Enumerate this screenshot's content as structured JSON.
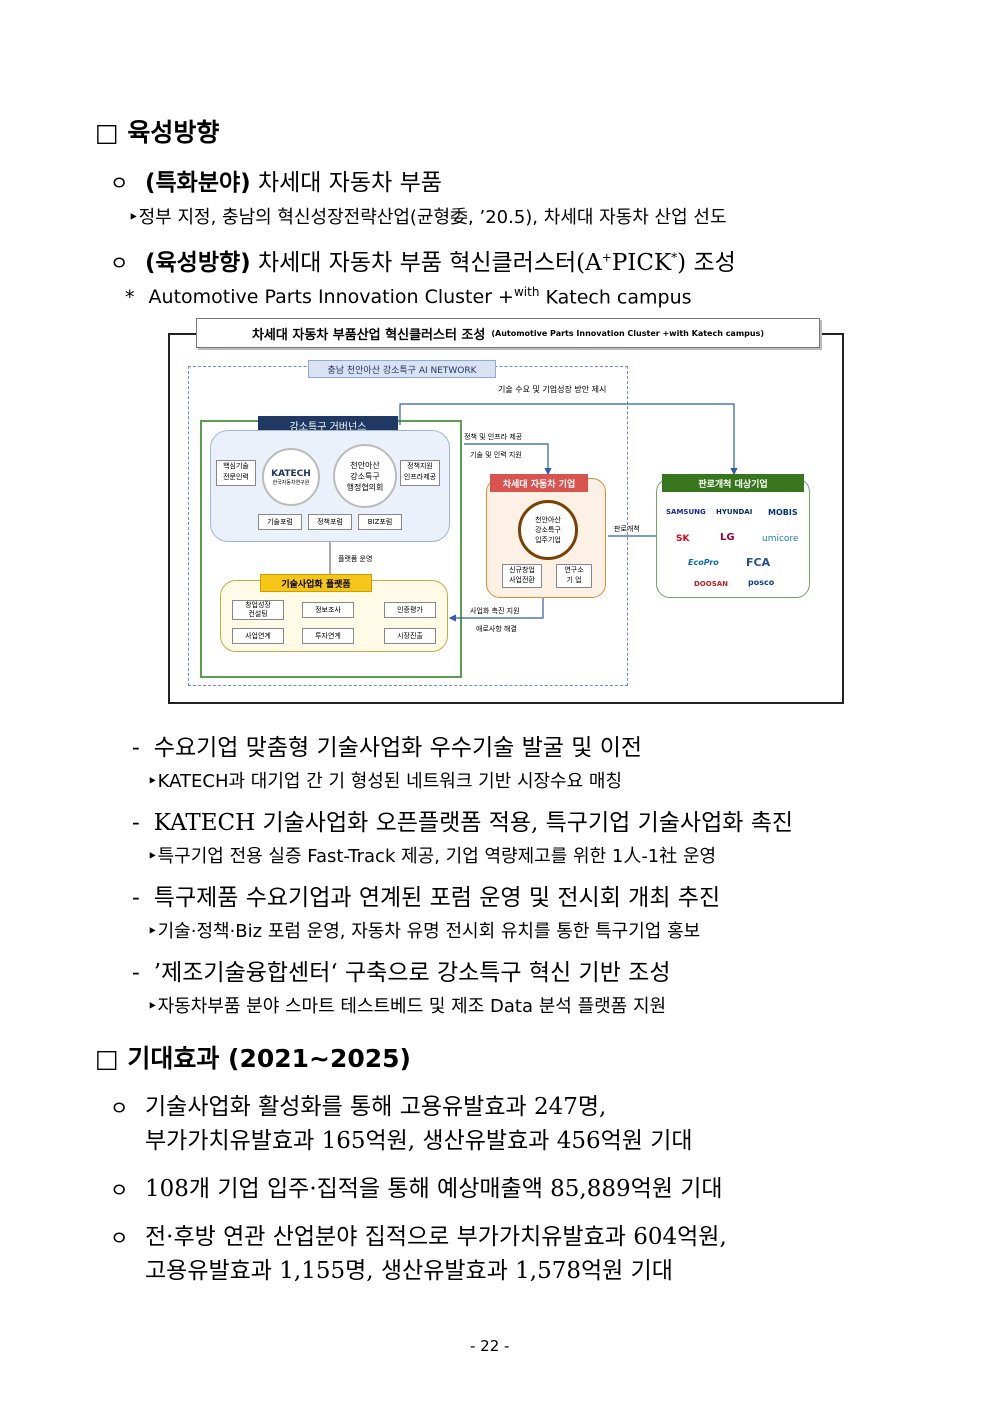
{
  "section1": {
    "heading": "□ 육성방향",
    "item1": {
      "bullet": "ㅇ",
      "label": "(특화분야)",
      "text": "차세대 자동차 부품"
    },
    "item1_sub": "‣정부 지정, 충남의 혁신성장전략산업(균형委, ’20.5), 차세대 자동차 산업 선도",
    "item2": {
      "bullet": "ㅇ",
      "label": "(육성방향)",
      "text_a": "차세대 자동차 부품 혁신클러스터(A",
      "sup1": "+",
      "text_b": "PICK",
      "sup2": "*",
      "text_c": ") 조성"
    },
    "note": {
      "star": "*",
      "text_a": "Automotive Parts Innovation Cluster +",
      "sup": "with",
      "text_b": " Katech campus"
    }
  },
  "diagram": {
    "title": "차세대 자동차 부품산업 혁신클러스터 조성",
    "title_sub": "(Automotive Parts Innovation Cluster +with Katech campus)",
    "network_label": "충남 천안아산 강소특구 AI NETWORK",
    "governance": "강소특구 거버넌스",
    "left_small1": "핵심기술\n전문인력",
    "katech_logo": "KATECH",
    "katech_sub": "한국자동차연구원",
    "council": "천안아산\n강소특구\n행정협의회",
    "right_small1": "정책지원\n인프라제공",
    "forum1": "기술포럼",
    "forum2": "정책포럼",
    "forum3": "BIZ포럼",
    "platform_run": "플랫폼 운영",
    "platform": "기술사업화 플랫폼",
    "p1": "창업성장\n컨설팅",
    "p2": "정보조사",
    "p3": "인증평가",
    "p4": "사업연계",
    "p5": "투자연계",
    "p6": "시장진출",
    "arrow_top": "기술 수요 및 기업성장 방안 제시",
    "arrow_policy": "정책 및 인프라 제공",
    "arrow_tech": "기술 및 인력 지원",
    "arrow_market": "판로개척",
    "arrow_support": "사업화 촉진 지원",
    "arrow_issue": "애로사항 해결",
    "nextgen": "차세대 자동차 기업",
    "resident": "천안아산\n강소특구\n입주기업",
    "startup": "신규창업\n사업전환",
    "lab": "연구소\n기 업",
    "target": "판로개척 대상기업",
    "logos": [
      "SAMSUNG",
      "HYUNDAI",
      "MOBIS",
      "SK",
      "LG",
      "umicore",
      "EcoPro",
      "FCA",
      "DOOSAN",
      "posco"
    ]
  },
  "dashes": [
    {
      "dash": "-",
      "text": "수요기업 맞춤형 기술사업화 우수기술 발굴 및 이전",
      "sub": "‣KATECH과 대기업 간 기 형성된 네트워크 기반 시장수요 매칭"
    },
    {
      "dash": "-",
      "text": "KATECH 기술사업화 오픈플랫폼 적용, 특구기업 기술사업화 촉진",
      "sub": "‣특구기업 전용 실증 Fast-Track 제공, 기업 역량제고를 위한 1人-1社 운영"
    },
    {
      "dash": "-",
      "text": "특구제품 수요기업과 연계된 포럼 운영 및 전시회 개최 추진",
      "sub": "‣기술·정책·Biz 포럼 운영, 자동차 유명 전시회 유치를 통한 특구기업 홍보"
    },
    {
      "dash": "-",
      "text": "’제조기술융합센터‘ 구축으로 강소특구 혁신 기반 조성",
      "sub": "‣자동차부품 분야 스마트 테스트베드 및 제조 Data 분석 플랫폼 지원"
    }
  ],
  "section2": {
    "heading": "□ 기대효과 (2021~2025)",
    "items": [
      {
        "bullet": "ㅇ",
        "line1": "기술사업화 활성화를 통해 고용유발효과 247명,",
        "line2": "부가가치유발효과 165억원, 생산유발효과 456억원 기대"
      },
      {
        "bullet": "ㅇ",
        "line1": "108개 기업 입주·집적을 통해 예상매출액 85,889억원 기대",
        "line2": ""
      },
      {
        "bullet": "ㅇ",
        "line1": "전·후방 연관 산업분야 집적으로 부가가치유발효과 604억원,",
        "line2": "고용유발효과 1,155명, 생산유발효과 1,578억원 기대"
      }
    ]
  },
  "page_number": "- 22 -"
}
